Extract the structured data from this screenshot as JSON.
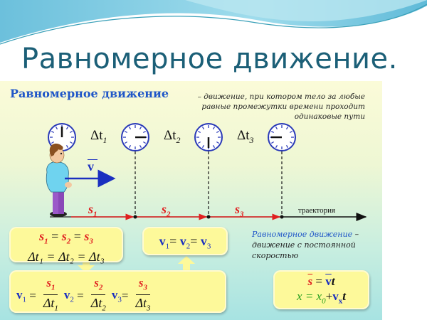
{
  "slide": {
    "title": "Равномерное движение."
  },
  "panel": {
    "heading": "Равномерное движение",
    "definition": "– движение, при котором тело за любые равные промежутки времени проходит одинаковые пути",
    "time_intervals": [
      {
        "symbol": "Δt",
        "index": "1"
      },
      {
        "symbol": "Δt",
        "index": "2"
      },
      {
        "symbol": "Δt",
        "index": "3"
      }
    ],
    "clocks": [
      {
        "hand": "up"
      },
      {
        "hand": "right"
      },
      {
        "hand": "down"
      },
      {
        "hand": "left"
      }
    ],
    "velocity_label": "v",
    "segments": [
      {
        "symbol": "s",
        "index": "1"
      },
      {
        "symbol": "s",
        "index": "2"
      },
      {
        "symbol": "s",
        "index": "3"
      }
    ],
    "trajectory_label": "траектория",
    "colors": {
      "title": "#1b5f77",
      "heading": "#1f56c8",
      "distance": "#e02020",
      "velocity": "#1a2fc0",
      "coordinate": "#2aa020",
      "box_fill": "#fdf99a"
    }
  },
  "formulas": {
    "equal_distances": {
      "s1": "s",
      "i1": "1",
      "eq": " = ",
      "s2": "s",
      "i2": "2",
      "s3": "s",
      "i3": "3"
    },
    "equal_times": "Δt₁ = Δt₂ = Δt₃",
    "equal_velocities": {
      "v": "v",
      "i1": "1",
      "i2": "2",
      "i3": "3",
      "eq": "= "
    },
    "velocity_ratios": [
      {
        "v": "v",
        "vi": "1",
        "num": "s",
        "ni": "1",
        "den": "Δt",
        "di": "1"
      },
      {
        "v": "v",
        "vi": "2",
        "num": "s",
        "ni": "2",
        "den": "Δt",
        "di": "2"
      },
      {
        "v": "v",
        "vi": "3",
        "num": "s",
        "ni": "3",
        "den": "Δt",
        "di": "3"
      }
    ],
    "vector_eq": {
      "s": "s",
      "eq": " = ",
      "v": "v",
      "t": "t"
    },
    "coordinate_eq": {
      "x": "x",
      "eq": " = ",
      "x0": "x",
      "x0i": "0",
      "plus": "+",
      "v": "v",
      "vi": "x",
      "t": "t"
    }
  },
  "rule": {
    "highlight": "Равномерное движение",
    "dash": " –",
    "text": "движение с постоянной скоростью"
  }
}
